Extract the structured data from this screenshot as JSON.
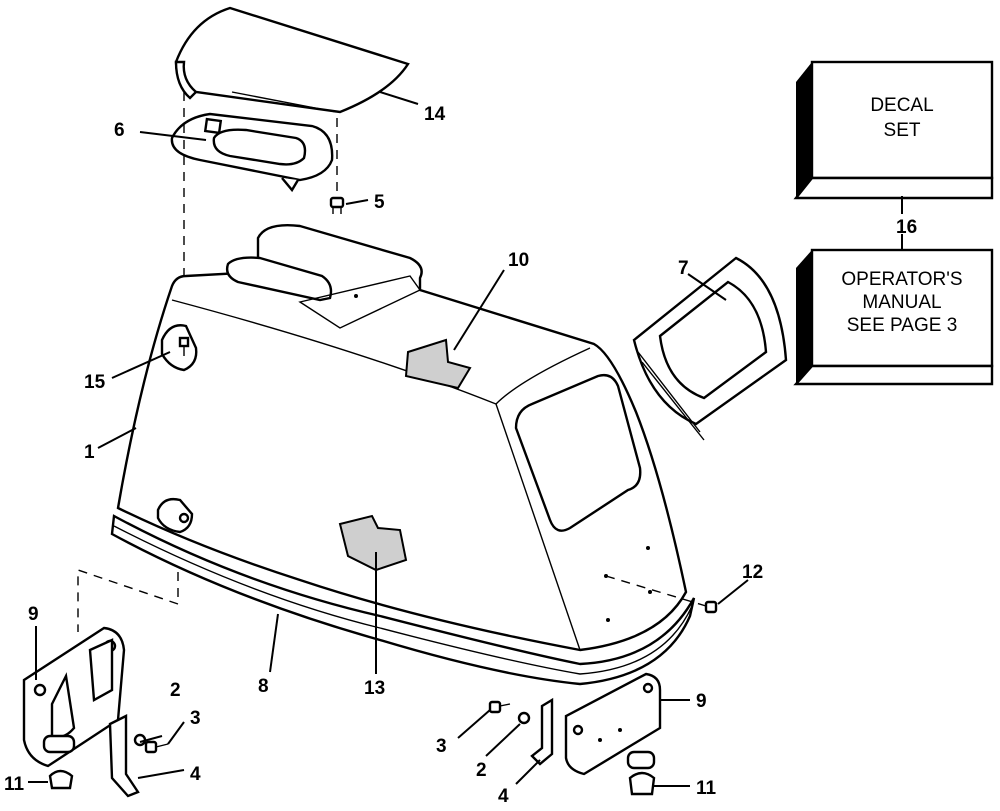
{
  "callouts": {
    "c1": "1",
    "c2a": "2",
    "c2b": "2",
    "c3a": "3",
    "c3b": "3",
    "c4a": "4",
    "c4b": "4",
    "c5": "5",
    "c6": "6",
    "c7": "7",
    "c8": "8",
    "c9a": "9",
    "c9b": "9",
    "c10": "10",
    "c11a": "11",
    "c11b": "11",
    "c12": "12",
    "c13": "13",
    "c14": "14",
    "c15": "15",
    "c16": "16"
  },
  "boxes": {
    "decal": {
      "line1": "DECAL",
      "line2": "SET"
    },
    "manual": {
      "line1": "OPERATOR'S",
      "line2": "MANUAL",
      "line3": "SEE PAGE 3"
    }
  }
}
